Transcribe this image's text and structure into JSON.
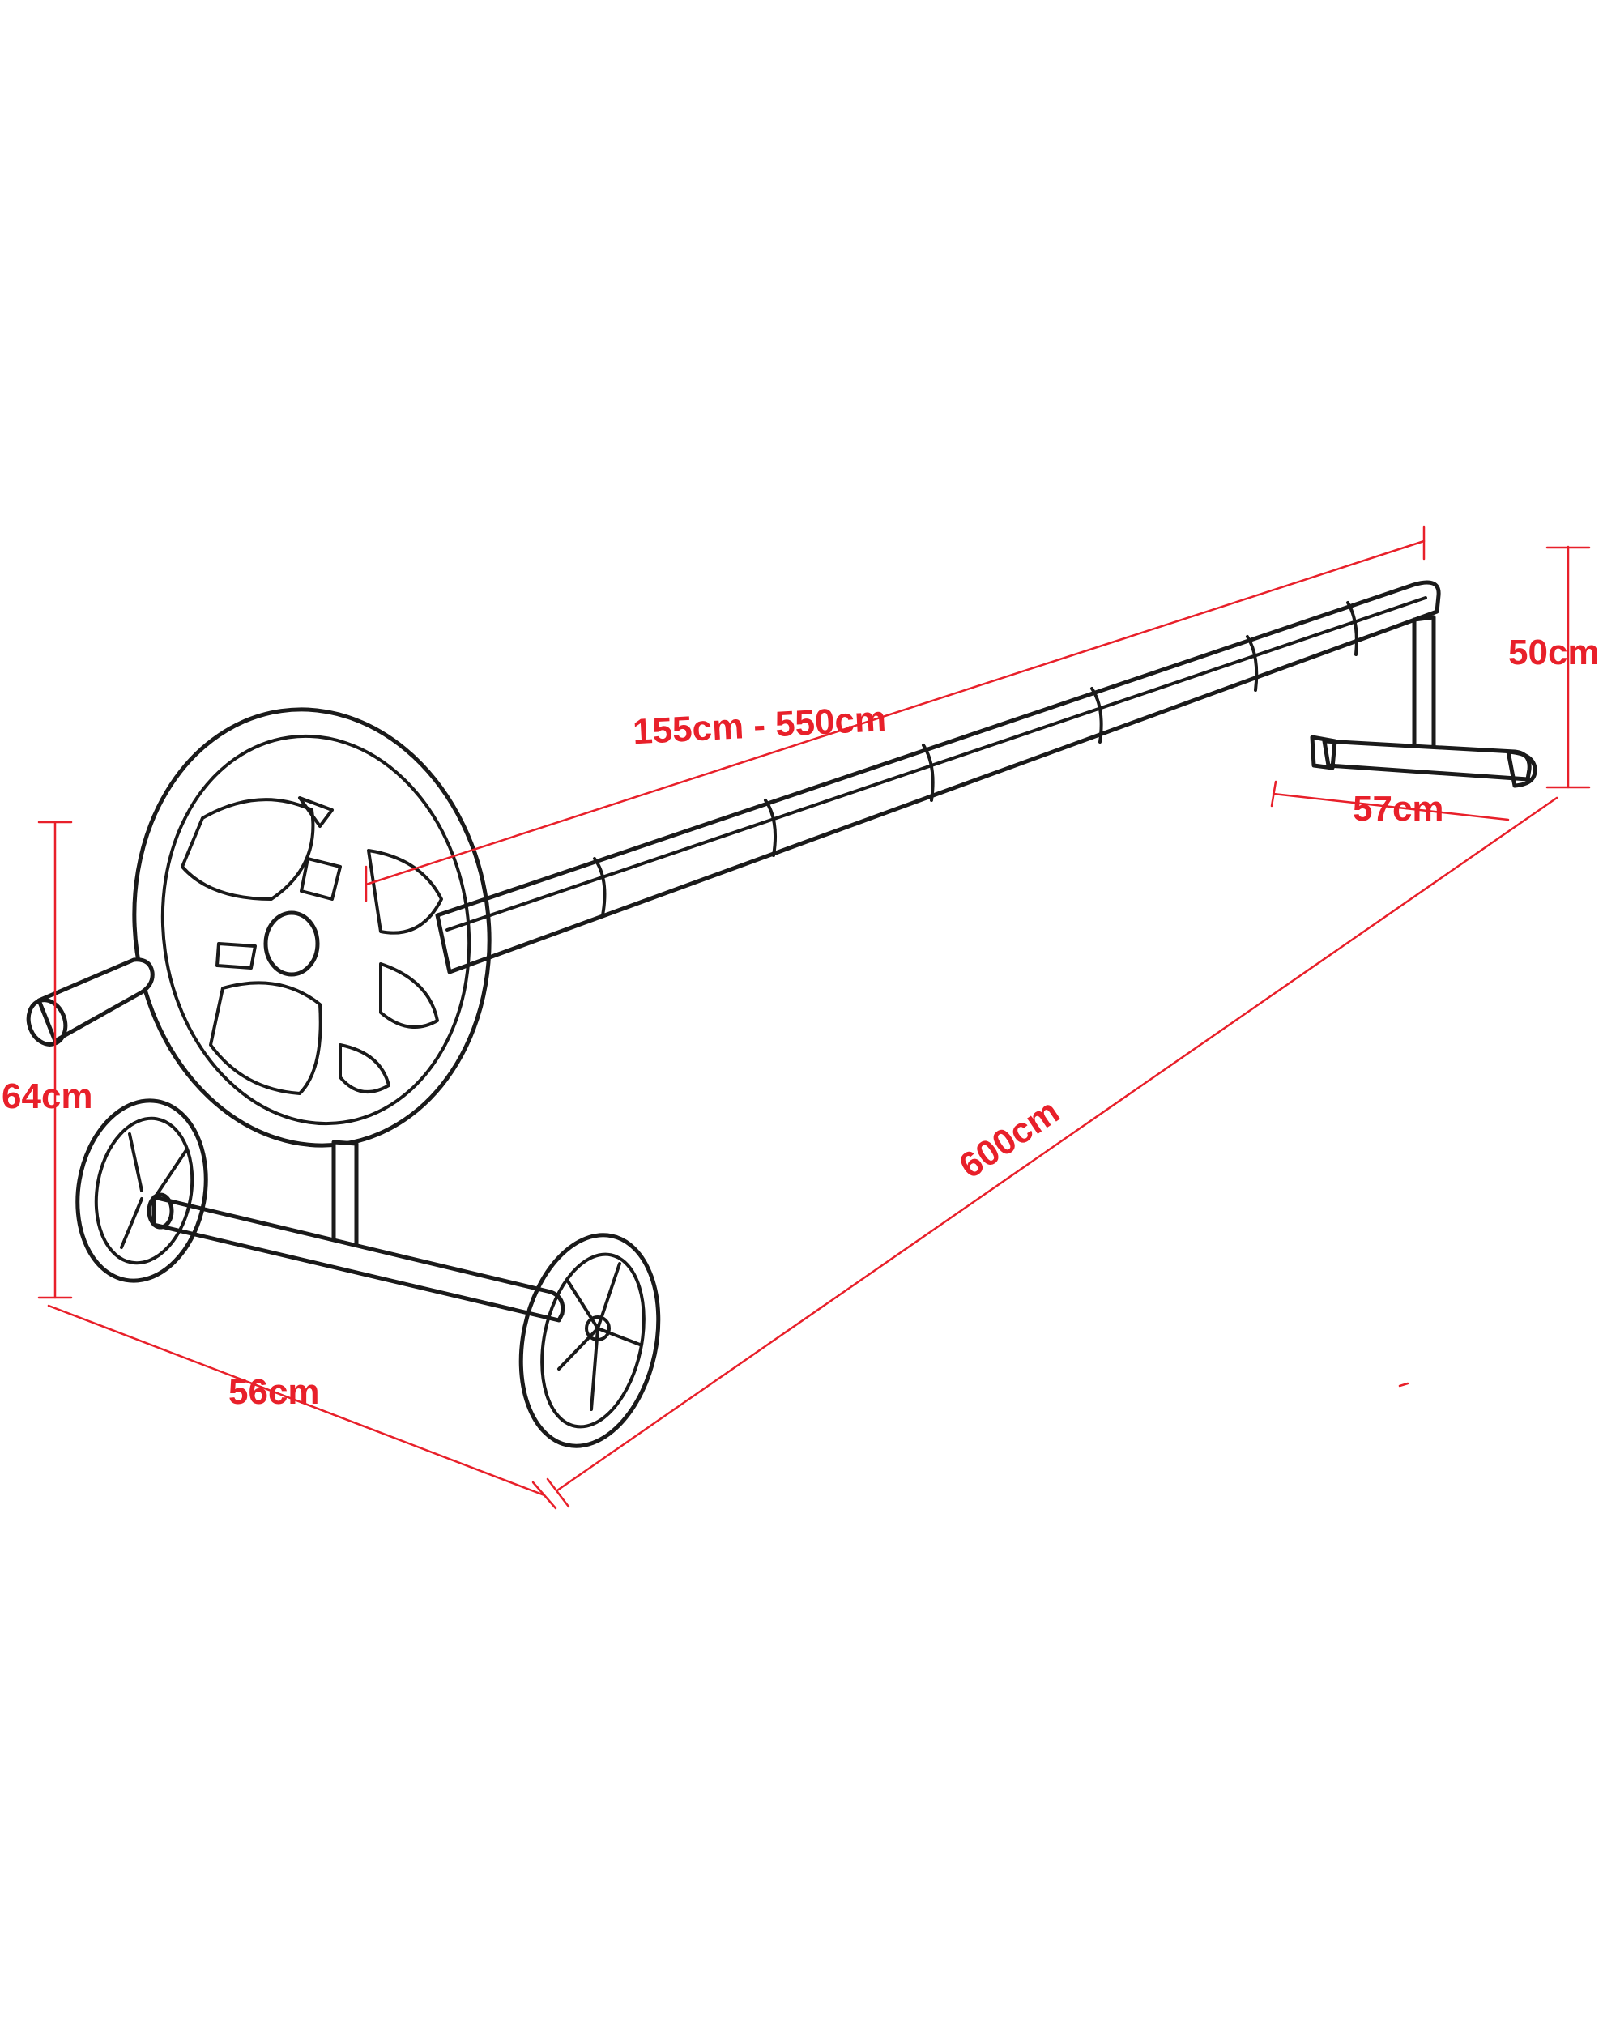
{
  "colors": {
    "dimension": "#e8202a",
    "outline": "#1a1a1a",
    "background": "#ffffff"
  },
  "dimensions": {
    "tube_length": "155cm - 550cm",
    "height_right": "50cm",
    "width_right": "57cm",
    "height_left": "64cm",
    "width_left": "56cm",
    "overall_length": "600cm"
  }
}
